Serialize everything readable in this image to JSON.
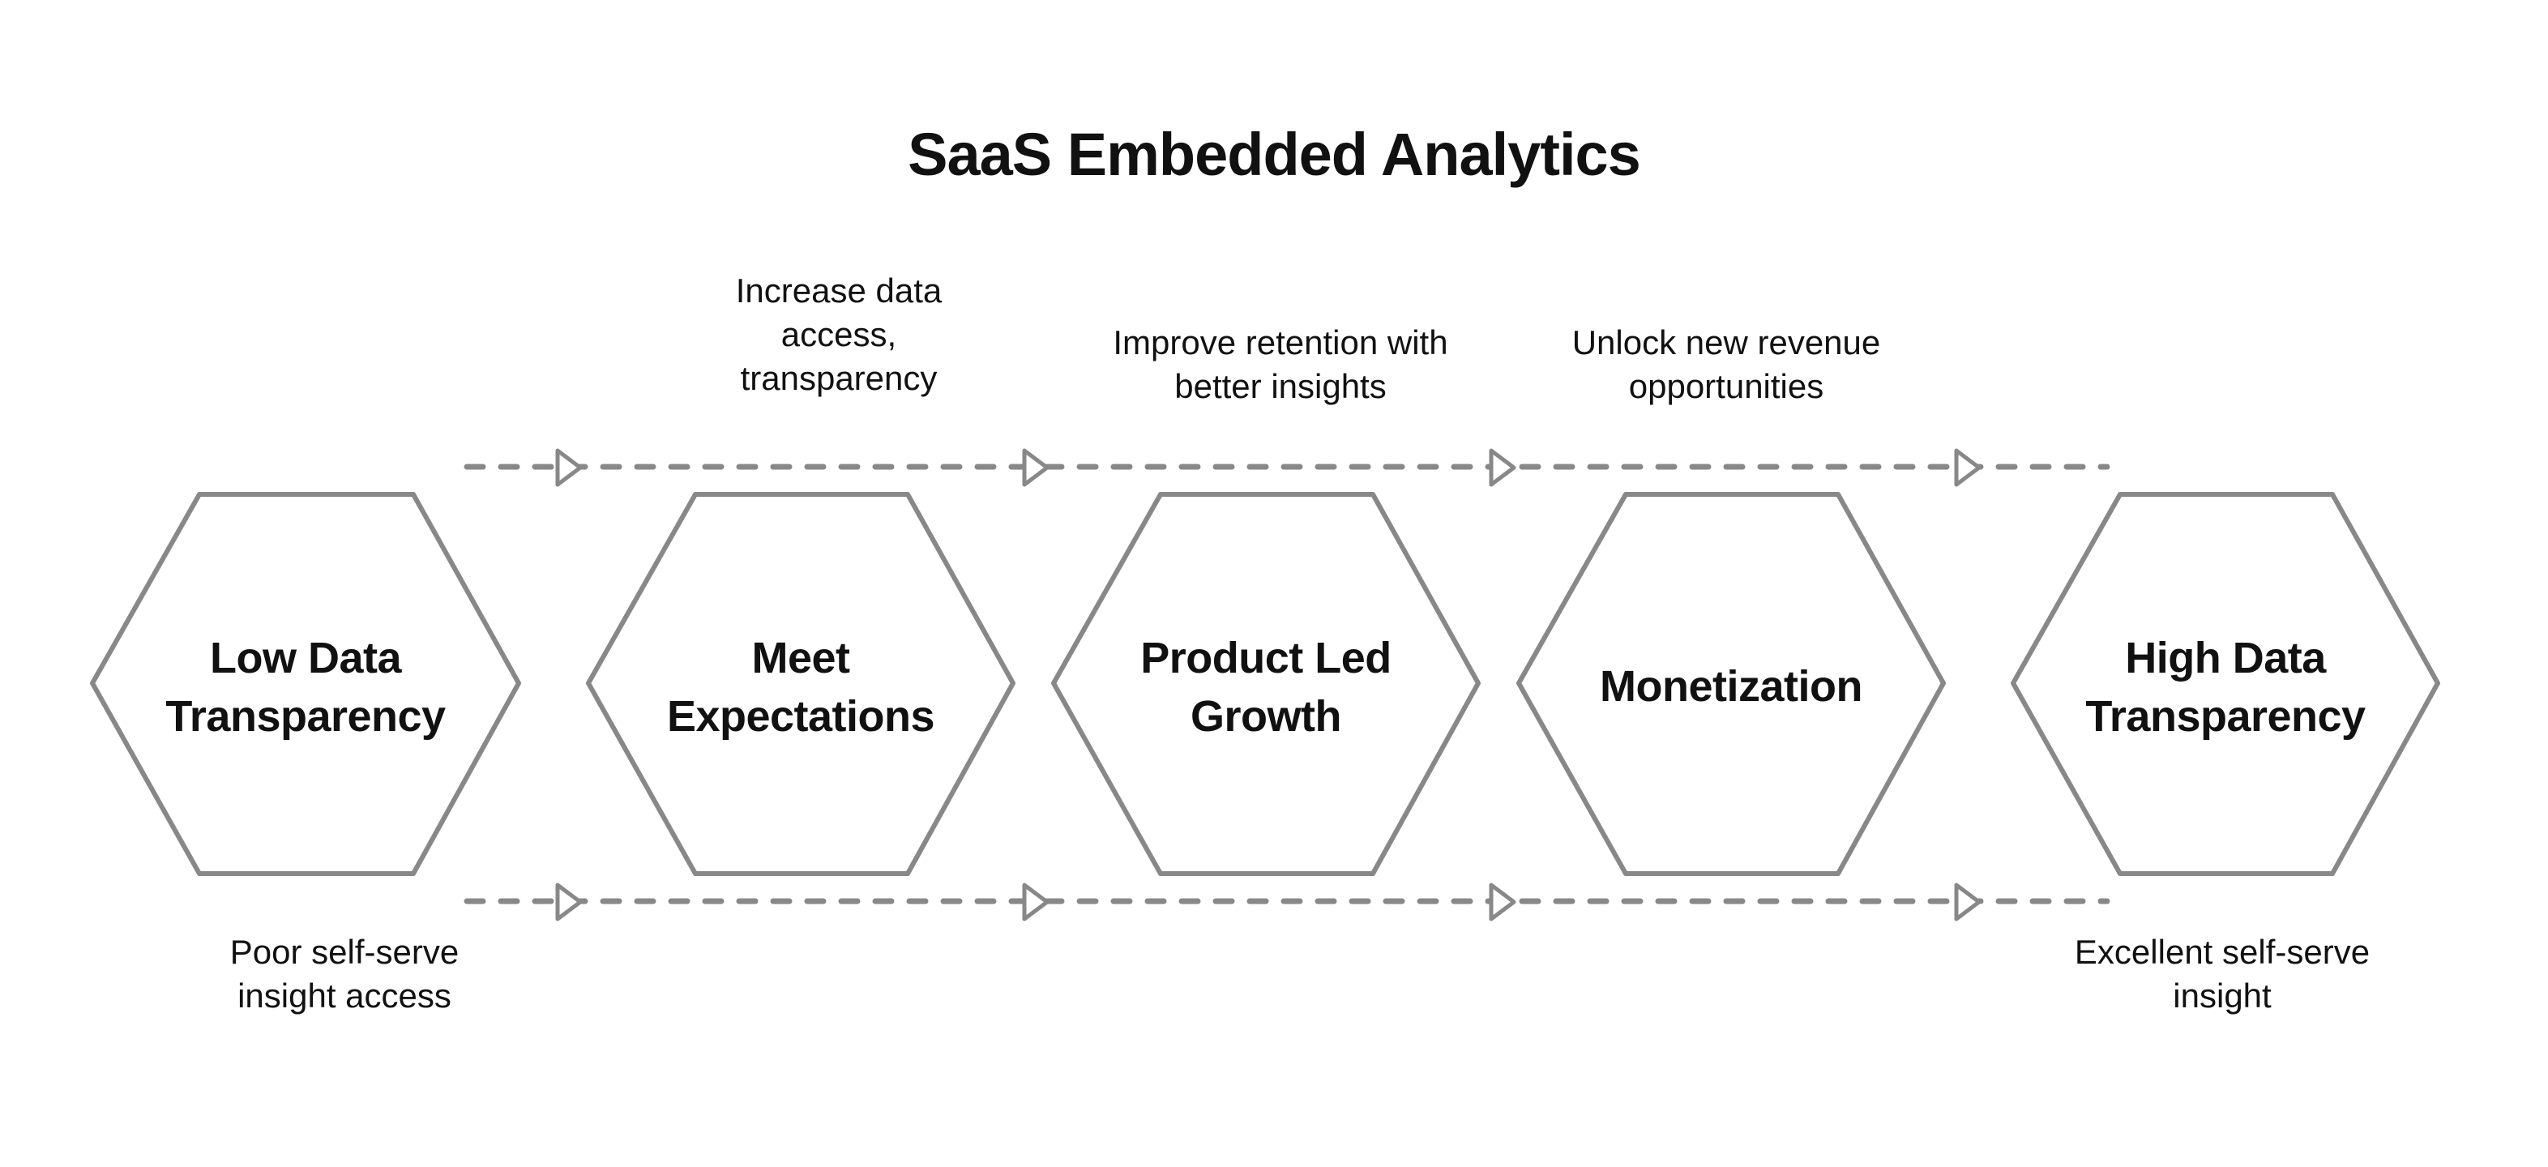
{
  "title": "SaaS Embedded Analytics",
  "colors": {
    "stroke": "#888888",
    "text": "#111111",
    "background": "#ffffff"
  },
  "stages": [
    {
      "line1": "Low Data",
      "line2": "Transparency"
    },
    {
      "line1": "Meet",
      "line2": "Expectations"
    },
    {
      "line1": "Product Led",
      "line2": "Growth"
    },
    {
      "line1": "Monetization",
      "line2": ""
    },
    {
      "line1": "High Data",
      "line2": "Transparency"
    }
  ],
  "top_notes": [
    {
      "text": "Increase data access, transparency"
    },
    {
      "text": "Improve retention with better insights"
    },
    {
      "text": "Unlock new revenue opportunities"
    }
  ],
  "bottom_notes": [
    {
      "text": "Poor self-serve insight access"
    },
    {
      "text": "Excellent self-serve insight"
    }
  ]
}
